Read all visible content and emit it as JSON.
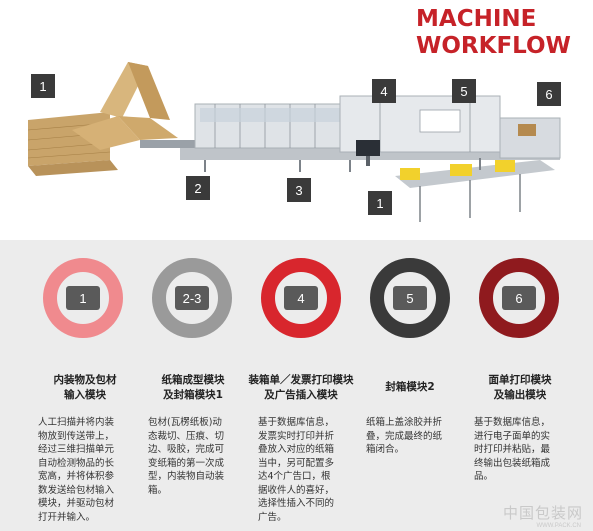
{
  "title": {
    "line1": "MACHINE",
    "line2": "WORKFLOW"
  },
  "top_badges": [
    "1",
    "2",
    "3",
    "4",
    "5",
    "6",
    "1"
  ],
  "steps": [
    {
      "number": "1",
      "ring_color": "#f08a8e",
      "heading": [
        "内装物及包材",
        "输入模块"
      ],
      "description": [
        "人工扫描并将内装",
        "物放到传送带上，",
        "经过三维扫描单元",
        "自动检测物品的长",
        "宽高，并将体积参",
        "数发送给包材输入",
        "模块，并驱动包材",
        "打开并输入。"
      ]
    },
    {
      "number": "2-3",
      "ring_color": "#9a9a9a",
      "heading": [
        "纸箱成型模块",
        "及封箱模块1"
      ],
      "description": [
        "包材(瓦楞纸板)动",
        "态裁切、压痕、切",
        "边、吸胶，完成可",
        "变纸箱的第一次成",
        "型，内装物自动装",
        "箱。"
      ]
    },
    {
      "number": "4",
      "ring_color": "#d8262d",
      "heading": [
        "装箱单／发票打印模块",
        "及广告插入模块"
      ],
      "description": [
        "基于数据库信息，",
        "发票实时打印并折",
        "叠放入对应的纸箱",
        "当中，另可配置多",
        "达4个广告口，根",
        "据收件人的喜好，",
        "选择性插入不同的",
        "广告。"
      ]
    },
    {
      "number": "5",
      "ring_color": "#3a3a3a",
      "heading": [
        "封箱模块2"
      ],
      "description": [
        "纸箱上盖涂胶并折",
        "叠，完成最终的纸",
        "箱闭合。"
      ]
    },
    {
      "number": "6",
      "ring_color": "#8f1a1e",
      "heading": [
        "面单打印模块",
        "及输出模块"
      ],
      "description": [
        "基于数据库信息，",
        "进行电子面单的实",
        "时打印并粘贴，最",
        "终输出包装纸箱成",
        "品。"
      ]
    }
  ],
  "watermark": {
    "text": "中国包装网",
    "url": "WWW.PACK.CN"
  }
}
